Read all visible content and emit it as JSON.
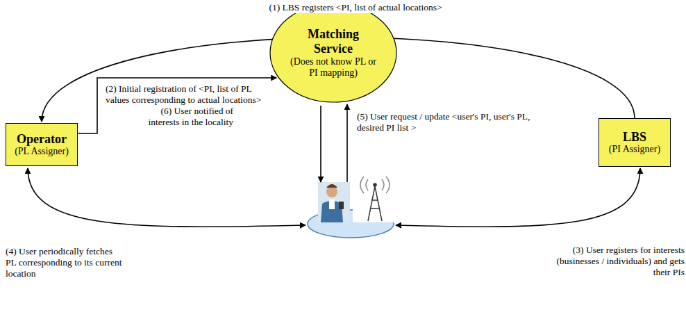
{
  "diagram": {
    "nodes": [
      {
        "text": [
          "Operator",
          "(PL Assigner)"
        ]
      },
      {
        "text": [
          "Matching Service",
          "(Does not know PL or PI mapping)"
        ]
      },
      {
        "text": [
          "LBS",
          "(PI Assigner)"
        ]
      }
    ],
    "edges": [
      {
        "from": 2,
        "to": 0,
        "arrow": "to",
        "label": "(1) LBS registers <PI, list of actual locations>"
      },
      {
        "from": 0,
        "to": 1,
        "arrow": "to",
        "label": "(2) Initial registration of <PI, list of PL values corresponding to actual locations>"
      }
    ],
    "labels": [
      "(3) User registers for interests (businesses / individuals) and gets their PIs",
      "(4) User periodically fetches PL corresponding to its current location",
      "(5) User request / update <user's PI, user's PL, desired PI list >",
      "(6) User notified of interests in the locality"
    ]
  }
}
